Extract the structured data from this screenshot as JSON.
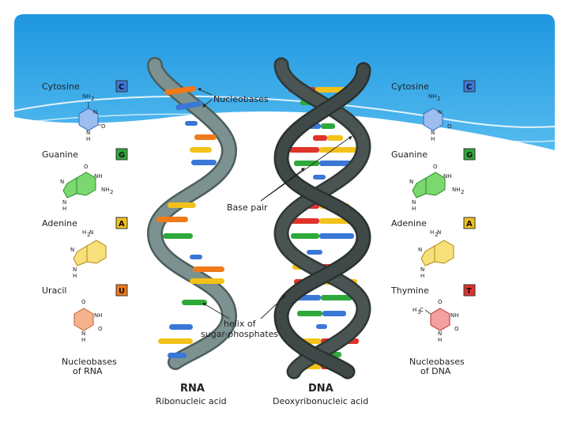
{
  "rna_side": {
    "bases": [
      {
        "name": "Cytosine",
        "letter": "C",
        "color": "#3a78d8"
      },
      {
        "name": "Guanine",
        "letter": "G",
        "color": "#2fa83a"
      },
      {
        "name": "Adenine",
        "letter": "A",
        "color": "#f2c21a"
      },
      {
        "name": "Uracil",
        "letter": "U",
        "color": "#f07a1a"
      }
    ],
    "caption_line1": "Nucleobases",
    "caption_line2": "of RNA"
  },
  "dna_side": {
    "bases": [
      {
        "name": "Cytosine",
        "letter": "C",
        "color": "#3a78d8"
      },
      {
        "name": "Guanine",
        "letter": "G",
        "color": "#2fa83a"
      },
      {
        "name": "Adenine",
        "letter": "A",
        "color": "#f2c21a"
      },
      {
        "name": "Thymine",
        "letter": "T",
        "color": "#e0332b"
      }
    ],
    "caption_line1": "Nucleobases",
    "caption_line2": "of DNA"
  },
  "callouts": {
    "nucleobases": "Nucleobases",
    "base_pair": "Base pair",
    "helix_line1": "helix of",
    "helix_line2": "sugar-phosphates"
  },
  "strands": {
    "rna_title": "RNA",
    "rna_subtitle": "Ribonucleic acid",
    "dna_title": "DNA",
    "dna_subtitle": "Deoxyribonucleic acid"
  },
  "atoms": {
    "nh2": "NH",
    "sub2": "2",
    "n": "N",
    "h": "H",
    "o": "O",
    "nh": "NH",
    "h2n": "H",
    "n_suffix": "N",
    "h3c": "H",
    "sub3": "3",
    "c_suffix": "C"
  },
  "colors": {
    "sky": "#2fa3e6",
    "rna_backbone": "#7c9290",
    "dna_backbone": "#3f4a48",
    "cytosine_ring": "#9bbdf0",
    "guanine_ring": "#7ad86e",
    "adenine_ring": "#f7e07a",
    "uracil_ring": "#f6b28e",
    "thymine_ring": "#f4a0a0"
  }
}
